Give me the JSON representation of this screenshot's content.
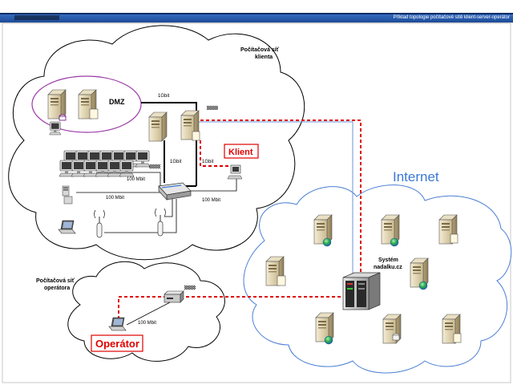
{
  "header": {
    "title": "Příklad topologie počítačové sítě klient-server-operátor"
  },
  "colors": {
    "header_blue": "#2b63b8",
    "header_dark": "#1a3f7d",
    "cloud_stroke": "#000000",
    "internet_stroke": "#4a7fd4",
    "internet_label": "#3b77d6",
    "dashed_red": "#e00000",
    "blue_line": "#6b94d8",
    "dmz_stroke": "#9b3aa6"
  },
  "labels": {
    "client_net": "Počítačová síť\nklienta",
    "operator_net": "Počítačová síť\noperátora",
    "dmz": "DMZ",
    "internet": "Internet",
    "system": "Systém\nnadalku.cz",
    "klient": "Klient",
    "operator": "Operátor"
  },
  "links": {
    "gbit_top": "1Gbit",
    "gbit_mid": "1Gbit",
    "gbit_right": "1Gbit",
    "mbit_workstations": "100 Mbit",
    "mbit_pc": "100 Mbit",
    "mbit_right": "100 Mbit",
    "mbit_operator": "100 Mbit"
  },
  "icons": [
    "server-icon",
    "database-icon",
    "workstation-icon",
    "switch-icon",
    "wireless-ap-icon",
    "laptop-icon",
    "firewall-icon",
    "globe-icon",
    "router-icon"
  ]
}
